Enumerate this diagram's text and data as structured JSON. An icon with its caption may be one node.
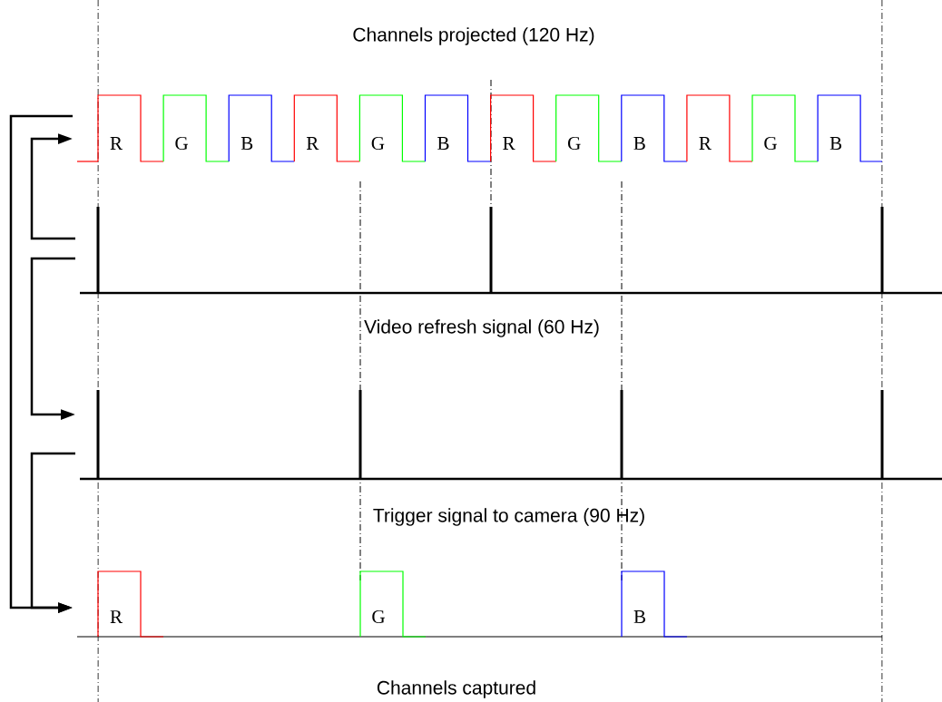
{
  "diagram": {
    "nodes": [
      {
        "text": [],
        "shape": "waveform",
        "beside": [
          "Channels projected (120 Hz)"
        ]
      },
      {
        "text": [],
        "shape": "waveform",
        "beside": [
          "Video refresh signal (60 Hz)"
        ]
      },
      {
        "text": [],
        "shape": "waveform",
        "beside": [
          "Trigger signal to camera (90 Hz)"
        ]
      },
      {
        "text": [],
        "shape": "waveform",
        "beside": [
          "Channels captured"
        ]
      }
    ],
    "edges": [
      {
        "from": 0,
        "to": 3,
        "arrow": "to"
      },
      {
        "from": 1,
        "to": 0,
        "arrow": "to"
      },
      {
        "from": 1,
        "to": 2,
        "arrow": "to"
      },
      {
        "from": 2,
        "to": 3,
        "arrow": "to"
      }
    ],
    "labels": [
      "R",
      "G",
      "B",
      "R",
      "G",
      "B",
      "R",
      "G",
      "B",
      "R",
      "G",
      "B",
      "R",
      "G",
      "B"
    ]
  }
}
